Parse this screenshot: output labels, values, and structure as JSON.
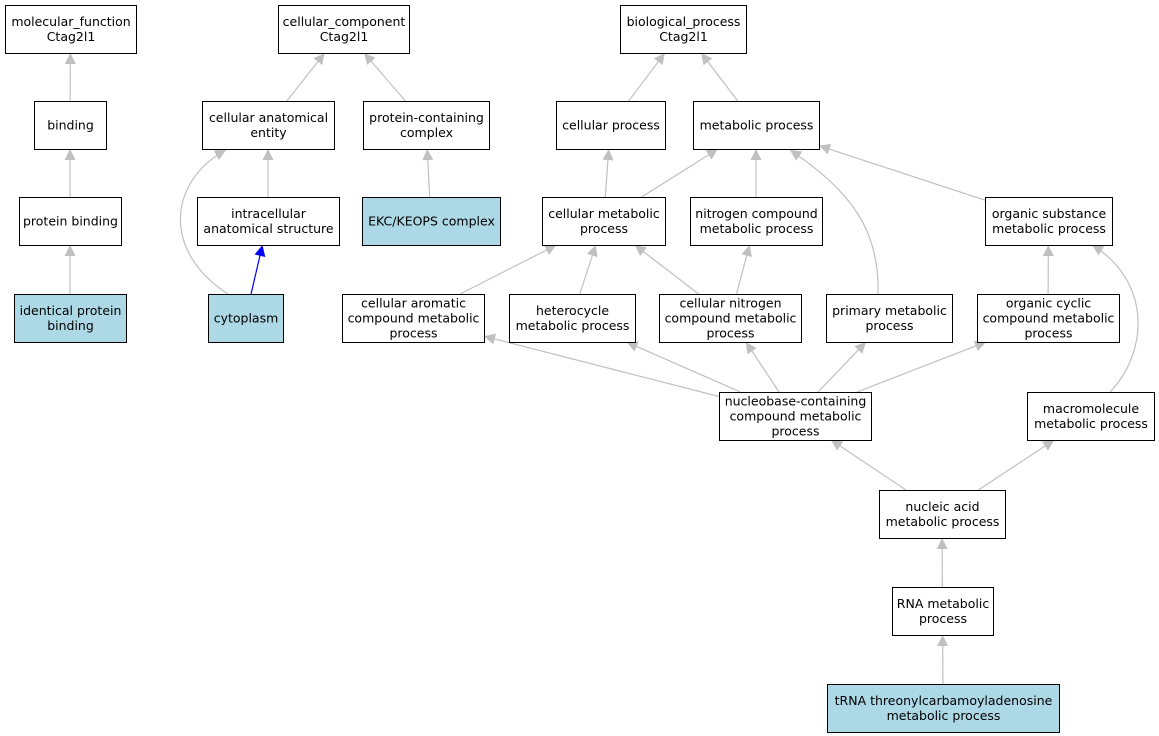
{
  "colors": {
    "highlight": "#add8e6",
    "edge": "#c0c0c0",
    "edge_highlight": "#0000ff",
    "border": "#000000"
  },
  "nodes": [
    {
      "id": "mf_root",
      "lines": [
        "molecular_function",
        "Ctag2l1"
      ],
      "highlight": false
    },
    {
      "id": "binding",
      "lines": [
        "binding"
      ],
      "highlight": false
    },
    {
      "id": "protein_binding",
      "lines": [
        "protein binding"
      ],
      "highlight": false
    },
    {
      "id": "identical_protein_binding",
      "lines": [
        "identical protein",
        "binding"
      ],
      "highlight": true
    },
    {
      "id": "cc_root",
      "lines": [
        "cellular_component",
        "Ctag2l1"
      ],
      "highlight": false
    },
    {
      "id": "cellular_anatomical_entity",
      "lines": [
        "cellular anatomical",
        "entity"
      ],
      "highlight": false
    },
    {
      "id": "protein_containing_complex",
      "lines": [
        "protein-containing",
        "complex"
      ],
      "highlight": false
    },
    {
      "id": "intracellular_anatomical_structure",
      "lines": [
        "intracellular",
        "anatomical structure"
      ],
      "highlight": false
    },
    {
      "id": "ekc_keops_complex",
      "lines": [
        "EKC/KEOPS complex"
      ],
      "highlight": true
    },
    {
      "id": "cytoplasm",
      "lines": [
        "cytoplasm"
      ],
      "highlight": true
    },
    {
      "id": "bp_root",
      "lines": [
        "biological_process",
        "Ctag2l1"
      ],
      "highlight": false
    },
    {
      "id": "cellular_process",
      "lines": [
        "cellular process"
      ],
      "highlight": false
    },
    {
      "id": "metabolic_process",
      "lines": [
        "metabolic process"
      ],
      "highlight": false
    },
    {
      "id": "cellular_metabolic_process",
      "lines": [
        "cellular metabolic",
        "process"
      ],
      "highlight": false
    },
    {
      "id": "nitrogen_compound_metabolic_process",
      "lines": [
        "nitrogen compound",
        "metabolic process"
      ],
      "highlight": false
    },
    {
      "id": "organic_substance_metabolic_process",
      "lines": [
        "organic substance",
        "metabolic process"
      ],
      "highlight": false
    },
    {
      "id": "cellular_aromatic_compound_metabolic_process",
      "lines": [
        "cellular aromatic",
        "compound metabolic",
        "process"
      ],
      "highlight": false
    },
    {
      "id": "heterocycle_metabolic_process",
      "lines": [
        "heterocycle",
        "metabolic process"
      ],
      "highlight": false
    },
    {
      "id": "cellular_nitrogen_compound_metabolic_process",
      "lines": [
        "cellular nitrogen",
        "compound metabolic",
        "process"
      ],
      "highlight": false
    },
    {
      "id": "primary_metabolic_process",
      "lines": [
        "primary metabolic",
        "process"
      ],
      "highlight": false
    },
    {
      "id": "organic_cyclic_compound_metabolic_process",
      "lines": [
        "organic cyclic",
        "compound metabolic",
        "process"
      ],
      "highlight": false
    },
    {
      "id": "nucleobase_containing_compound_metabolic_process",
      "lines": [
        "nucleobase-containing",
        "compound metabolic",
        "process"
      ],
      "highlight": false
    },
    {
      "id": "macromolecule_metabolic_process",
      "lines": [
        "macromolecule",
        "metabolic process"
      ],
      "highlight": false
    },
    {
      "id": "nucleic_acid_metabolic_process",
      "lines": [
        "nucleic acid",
        "metabolic process"
      ],
      "highlight": false
    },
    {
      "id": "rna_metabolic_process",
      "lines": [
        "RNA metabolic",
        "process"
      ],
      "highlight": false
    },
    {
      "id": "trna_threonylcarbamoyladenosine_metabolic_process",
      "lines": [
        "tRNA threonylcarbamoyladenosine",
        "metabolic process"
      ],
      "highlight": true
    }
  ],
  "edges": [
    {
      "from": "binding",
      "to": "mf_root",
      "highlight": false
    },
    {
      "from": "protein_binding",
      "to": "binding",
      "highlight": false
    },
    {
      "from": "identical_protein_binding",
      "to": "protein_binding",
      "highlight": false
    },
    {
      "from": "cellular_anatomical_entity",
      "to": "cc_root",
      "highlight": false
    },
    {
      "from": "protein_containing_complex",
      "to": "cc_root",
      "highlight": false
    },
    {
      "from": "intracellular_anatomical_structure",
      "to": "cellular_anatomical_entity",
      "highlight": false
    },
    {
      "from": "ekc_keops_complex",
      "to": "protein_containing_complex",
      "highlight": false
    },
    {
      "from": "cytoplasm",
      "to": "cellular_anatomical_entity",
      "highlight": false
    },
    {
      "from": "cytoplasm",
      "to": "intracellular_anatomical_structure",
      "highlight": true
    },
    {
      "from": "cellular_process",
      "to": "bp_root",
      "highlight": false
    },
    {
      "from": "metabolic_process",
      "to": "bp_root",
      "highlight": false
    },
    {
      "from": "cellular_metabolic_process",
      "to": "cellular_process",
      "highlight": false
    },
    {
      "from": "cellular_metabolic_process",
      "to": "metabolic_process",
      "highlight": false
    },
    {
      "from": "nitrogen_compound_metabolic_process",
      "to": "metabolic_process",
      "highlight": false
    },
    {
      "from": "organic_substance_metabolic_process",
      "to": "metabolic_process",
      "highlight": false
    },
    {
      "from": "primary_metabolic_process",
      "to": "metabolic_process",
      "highlight": false
    },
    {
      "from": "cellular_aromatic_compound_metabolic_process",
      "to": "cellular_metabolic_process",
      "highlight": false
    },
    {
      "from": "heterocycle_metabolic_process",
      "to": "cellular_metabolic_process",
      "highlight": false
    },
    {
      "from": "cellular_nitrogen_compound_metabolic_process",
      "to": "cellular_metabolic_process",
      "highlight": false
    },
    {
      "from": "cellular_nitrogen_compound_metabolic_process",
      "to": "nitrogen_compound_metabolic_process",
      "highlight": false
    },
    {
      "from": "organic_cyclic_compound_metabolic_process",
      "to": "organic_substance_metabolic_process",
      "highlight": false
    },
    {
      "from": "macromolecule_metabolic_process",
      "to": "organic_substance_metabolic_process",
      "highlight": false
    },
    {
      "from": "nucleobase_containing_compound_metabolic_process",
      "to": "cellular_aromatic_compound_metabolic_process",
      "highlight": false
    },
    {
      "from": "nucleobase_containing_compound_metabolic_process",
      "to": "heterocycle_metabolic_process",
      "highlight": false
    },
    {
      "from": "nucleobase_containing_compound_metabolic_process",
      "to": "cellular_nitrogen_compound_metabolic_process",
      "highlight": false
    },
    {
      "from": "nucleobase_containing_compound_metabolic_process",
      "to": "primary_metabolic_process",
      "highlight": false
    },
    {
      "from": "nucleobase_containing_compound_metabolic_process",
      "to": "organic_cyclic_compound_metabolic_process",
      "highlight": false
    },
    {
      "from": "nucleic_acid_metabolic_process",
      "to": "nucleobase_containing_compound_metabolic_process",
      "highlight": false
    },
    {
      "from": "nucleic_acid_metabolic_process",
      "to": "macromolecule_metabolic_process",
      "highlight": false
    },
    {
      "from": "rna_metabolic_process",
      "to": "nucleic_acid_metabolic_process",
      "highlight": false
    },
    {
      "from": "trna_threonylcarbamoyladenosine_metabolic_process",
      "to": "rna_metabolic_process",
      "highlight": false
    }
  ]
}
